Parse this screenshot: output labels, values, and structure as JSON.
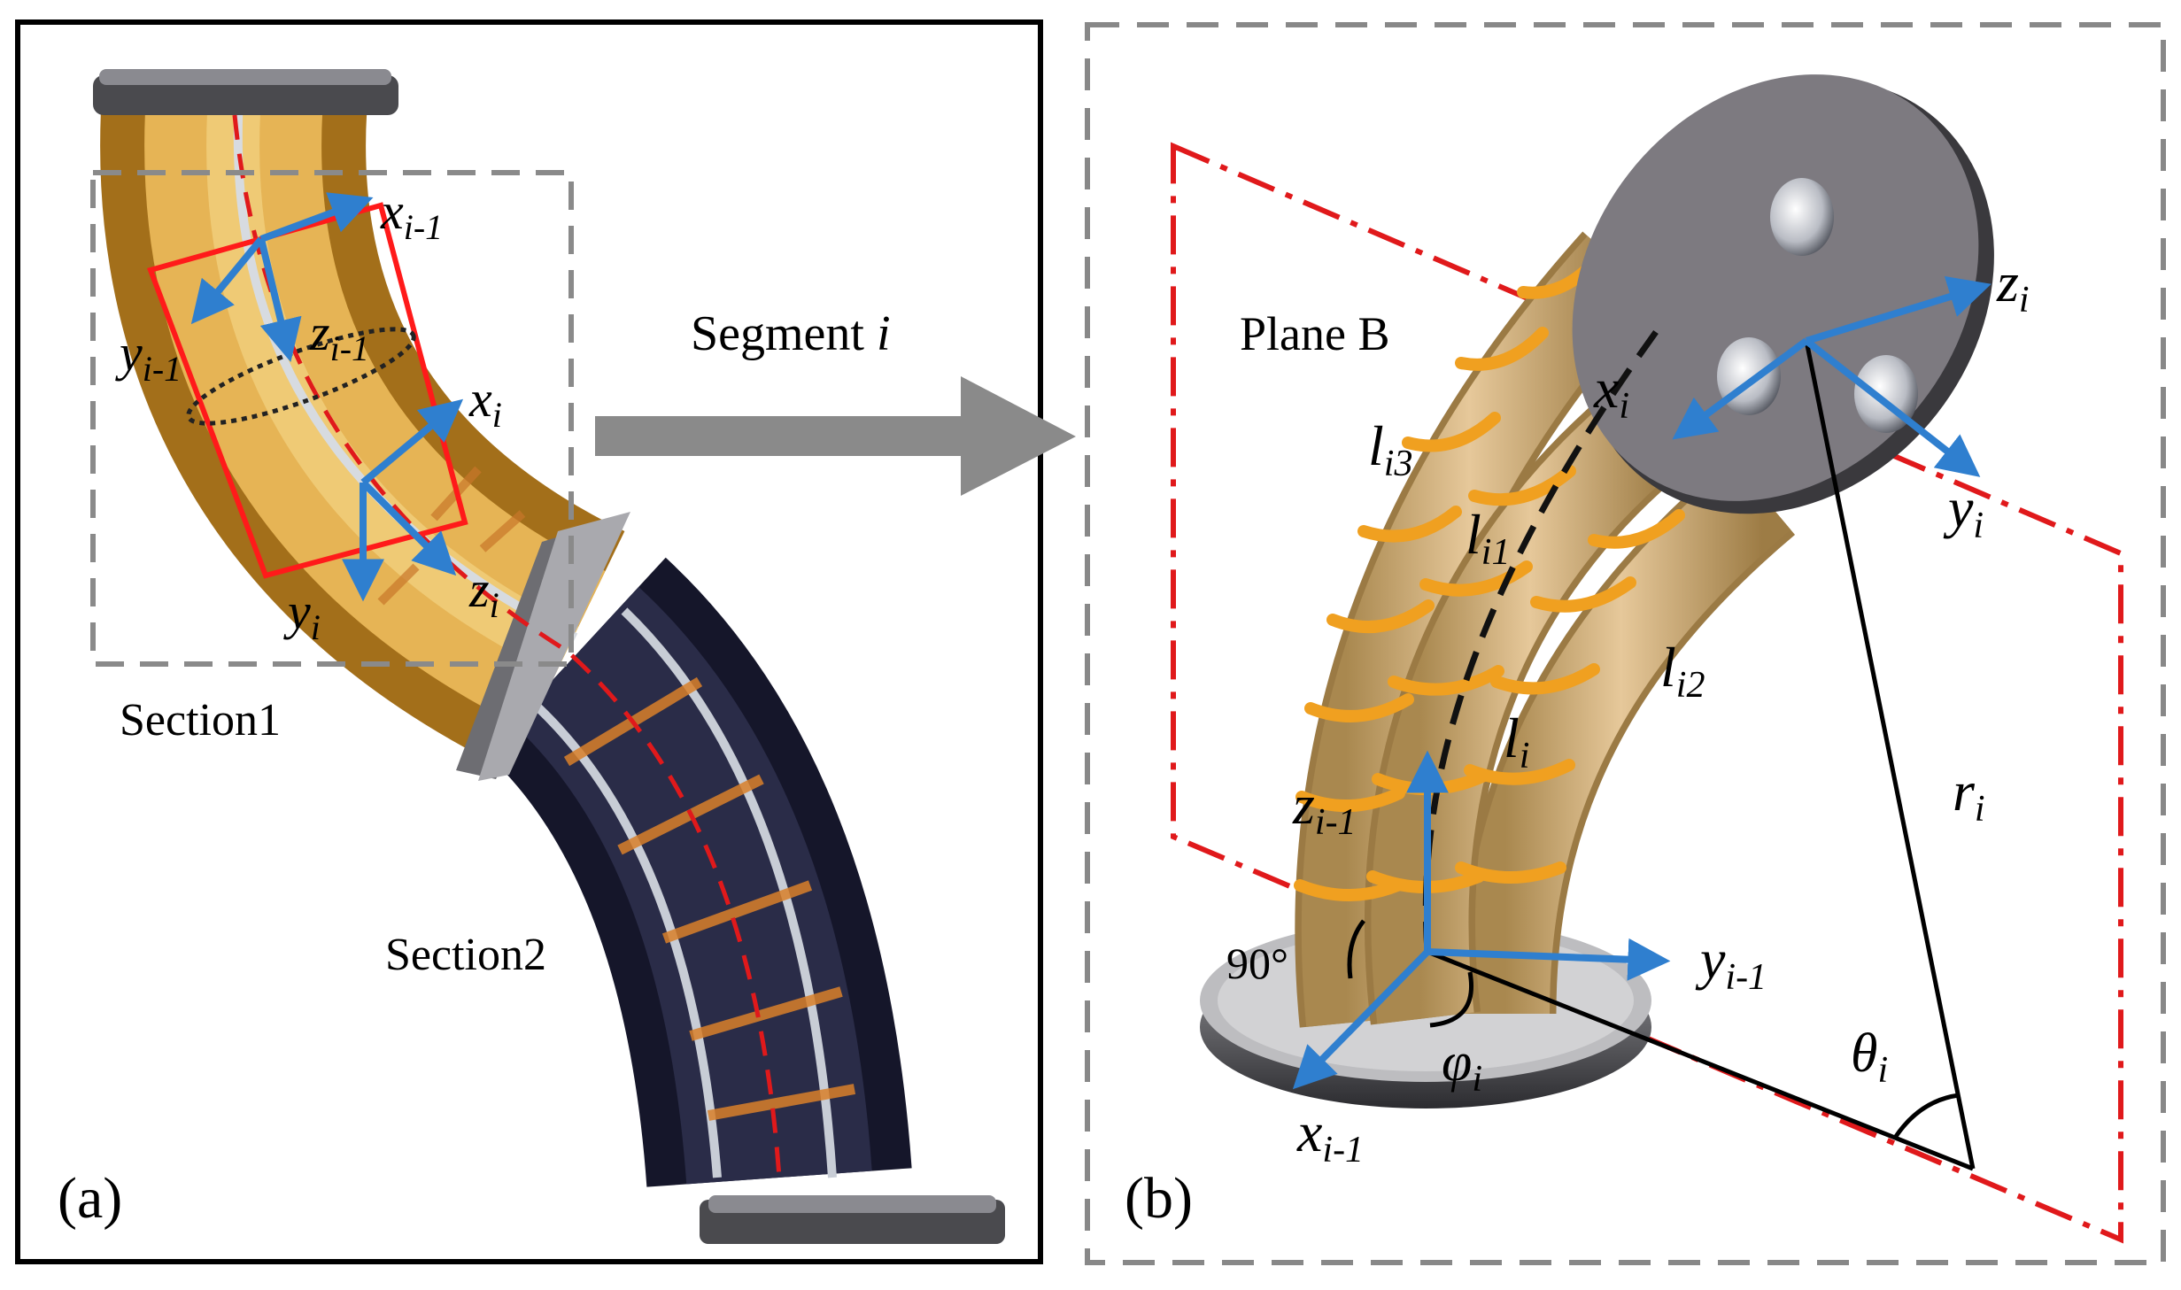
{
  "panel_a": {
    "tag": "(a)",
    "section1": "Section1",
    "section2": "Section2",
    "frame_x_prev": {
      "base": "x",
      "sub": "i-1"
    },
    "frame_y_prev": {
      "base": "y",
      "sub": "i-1"
    },
    "frame_z_prev": {
      "base": "z",
      "sub": "i-1"
    },
    "frame_x_i": {
      "base": "x",
      "sub": "i"
    },
    "frame_y_i": {
      "base": "y",
      "sub": "i"
    },
    "frame_z_i": {
      "base": "z",
      "sub": "i"
    }
  },
  "arrow_label": {
    "text": "Segment ",
    "var": "i"
  },
  "panel_b": {
    "tag": "(b)",
    "plane": "Plane B",
    "angle_right": "90°",
    "len_3": {
      "base": "l",
      "sub": "i3"
    },
    "len_1": {
      "base": "l",
      "sub": "i1"
    },
    "len_2": {
      "base": "l",
      "sub": "i2"
    },
    "len_c": {
      "base": "l",
      "sub": "i"
    },
    "radius": {
      "base": "r",
      "sub": "i"
    },
    "theta": {
      "base": "θ",
      "sub": "i"
    },
    "phi": {
      "base": "φ",
      "sub": "i"
    },
    "top_x": {
      "base": "x",
      "sub": "i"
    },
    "top_y": {
      "base": "y",
      "sub": "i"
    },
    "top_z": {
      "base": "z",
      "sub": "i"
    },
    "base_x": {
      "base": "x",
      "sub": "i-1"
    },
    "base_y": {
      "base": "y",
      "sub": "i-1"
    },
    "base_z": {
      "base": "z",
      "sub": "i-1"
    }
  },
  "colors": {
    "frame_arrow": "#2f7fcf",
    "plane_line": "#e0191b",
    "section1_tube": "#c8902a",
    "section2_tube": "#15162a",
    "rib_orange": "#f0a020",
    "disk_gray": "#7d7a80",
    "panel_border": "#888888"
  }
}
